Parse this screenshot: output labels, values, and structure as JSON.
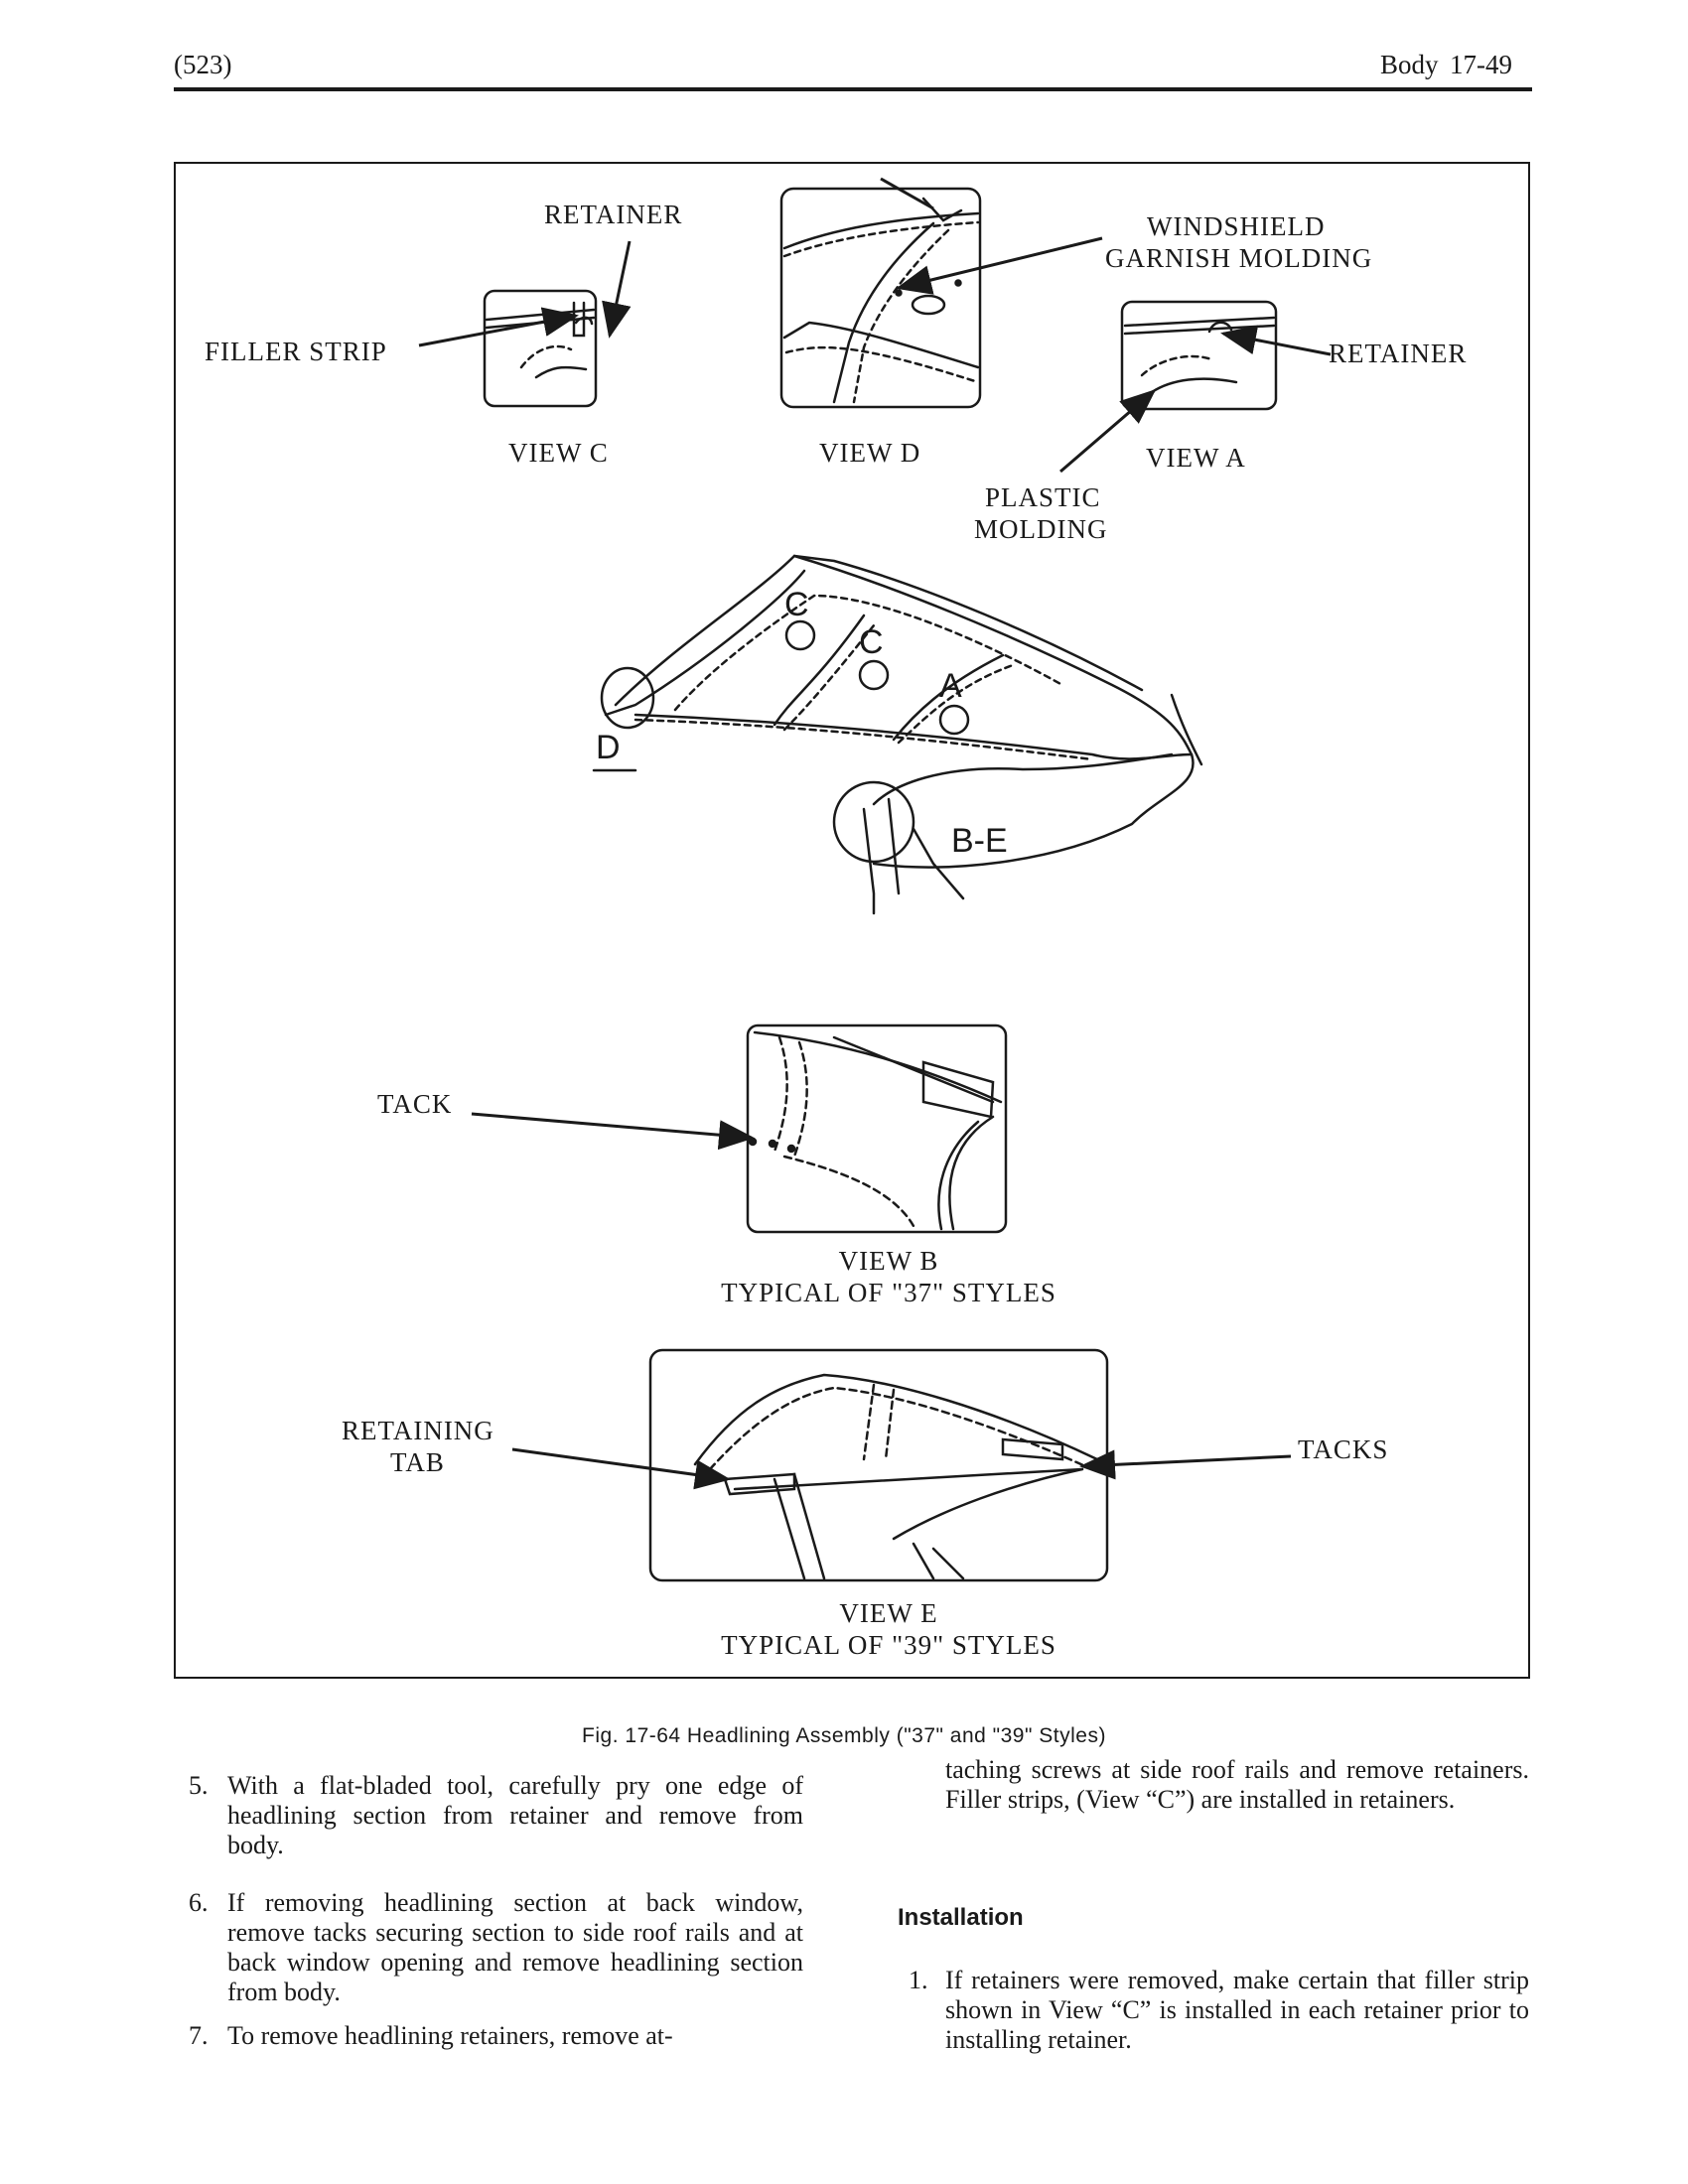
{
  "header": {
    "page_ref": "(523)",
    "section": "Body",
    "page_no": "17-49"
  },
  "figure": {
    "labels": {
      "retainer_top": "RETAINER",
      "filler_strip": "FILLER STRIP",
      "windshield_l1": "WINDSHIELD",
      "windshield_l2": "GARNISH MOLDING",
      "retainer_right": "RETAINER",
      "plastic_l1": "PLASTIC",
      "plastic_l2": "MOLDING",
      "tack": "TACK",
      "retaining_l1": "RETAINING",
      "retaining_l2": "TAB",
      "tacks": "TACKS"
    },
    "views": {
      "c": "VIEW C",
      "d": "VIEW D",
      "a": "VIEW A",
      "b_l1": "VIEW B",
      "b_l2": "TYPICAL OF \"37\" STYLES",
      "e_l1": "VIEW E",
      "e_l2": "TYPICAL OF \"39\" STYLES"
    },
    "roof_callouts": {
      "c1": "C",
      "c2": "C",
      "a": "A",
      "d": "D",
      "be": "B-E"
    },
    "caption": "Fig. 17-64  Headlining Assembly (\"37\" and \"39\" Styles)"
  },
  "left_column": {
    "items": [
      {
        "num": "5.",
        "text": "With a flat-bladed tool, carefully pry one edge of headlining section from retainer and remove from body."
      },
      {
        "num": "6.",
        "text": "If removing headlining section at back window, remove tacks securing section to side roof rails and at back window opening and remove headlining section from body."
      },
      {
        "num": "7.",
        "text": "To remove headlining retainers, remove at-"
      }
    ]
  },
  "right_column": {
    "continuation": "taching screws at side roof rails and remove retainers. Filler strips, (View “C”) are installed in retainers.",
    "installation_heading": "Installation",
    "items": [
      {
        "num": "1.",
        "text": "If retainers were removed, make certain that filler strip shown in View “C” is installed in each retainer prior to installing retainer."
      }
    ]
  }
}
